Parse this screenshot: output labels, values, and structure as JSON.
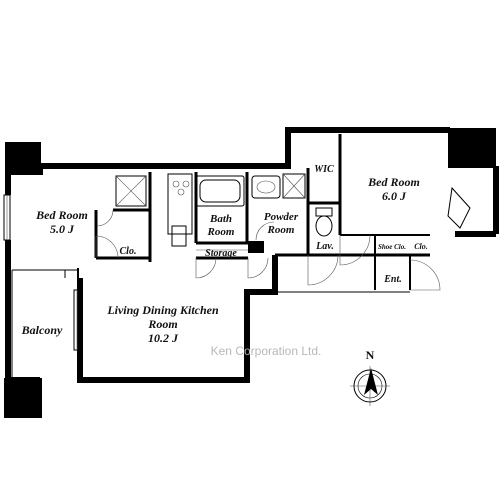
{
  "rooms": {
    "bedroom1": {
      "name": "Bed Room",
      "size": "5.0 J"
    },
    "bedroom2": {
      "name": "Bed Room",
      "size": "6.0 J"
    },
    "bath": {
      "line1": "Bath",
      "line2": "Room"
    },
    "powder": {
      "line1": "Powder",
      "line2": "Room"
    },
    "living": {
      "line1": "Living Dining Kitchen",
      "line2": "Room",
      "size": "10.2 J"
    },
    "balcony": "Balcony",
    "storage": "Storage",
    "wic": "WIC",
    "closet1": "Clo.",
    "closet2": "Clo.",
    "shoe_closet": "Shoe Clo.",
    "lavatory": "Lav.",
    "entrance": "Ent."
  },
  "compass": {
    "north_label": "N"
  },
  "watermark": "Ken Corporation Ltd."
}
